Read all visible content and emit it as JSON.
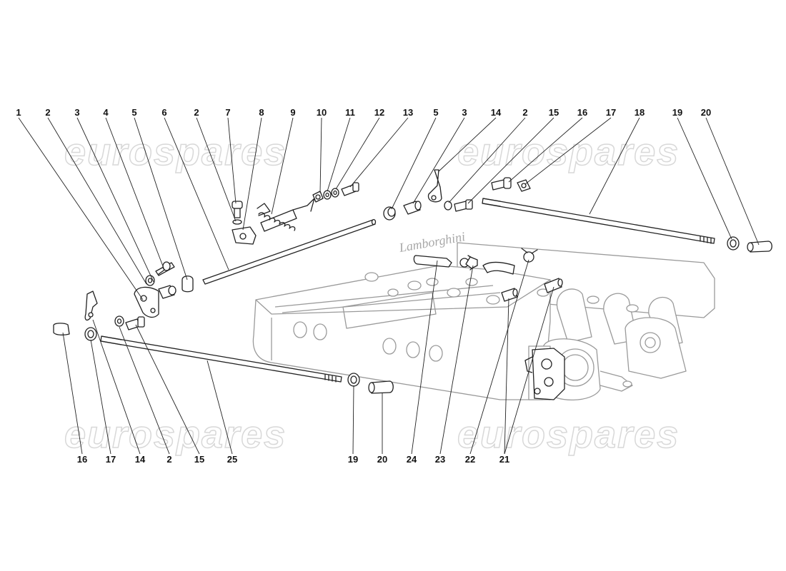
{
  "watermark": {
    "text": "eurospares"
  },
  "manifold_logo": "Lamborghini",
  "callouts_top": [
    "1",
    "2",
    "3",
    "4",
    "5",
    "6",
    "2",
    "7",
    "8",
    "9",
    "10",
    "11",
    "12",
    "13",
    "5",
    "3",
    "14",
    "2",
    "15",
    "16",
    "17",
    "18",
    "19",
    "20"
  ],
  "callouts_bottom": [
    "16",
    "17",
    "14",
    "2",
    "15",
    "25",
    "19",
    "20",
    "24",
    "23",
    "22",
    "21"
  ],
  "colors": {
    "line": "#222222",
    "part_fill": "#ffffff",
    "manifold": "#9a9a9a",
    "watermark": "#d8d8d8"
  }
}
